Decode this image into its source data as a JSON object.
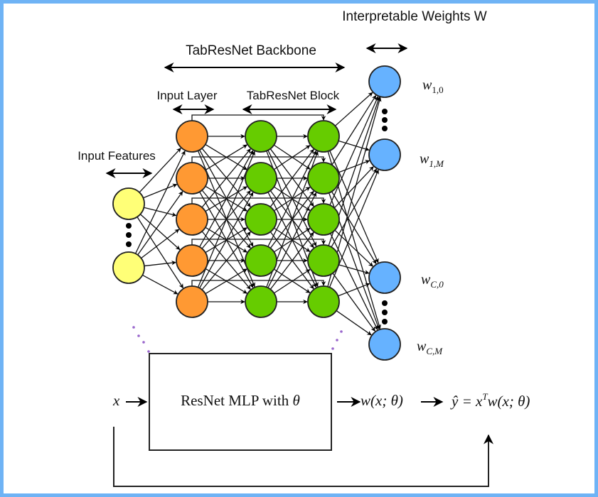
{
  "labels": {
    "interpretable_weights": "Interpretable Weights W",
    "backbone": "TabResNet Backbone",
    "input_layer": "Input Layer",
    "block": "TabResNet Block",
    "input_features": "Input Features"
  },
  "weights": {
    "w10": {
      "base": "w",
      "sub": "1,0"
    },
    "w1M": {
      "base": "w",
      "sub": "1,M"
    },
    "wC0": {
      "base": "w",
      "sub": "C,0"
    },
    "wCM": {
      "base": "w",
      "sub": "C,M"
    }
  },
  "pipeline": {
    "input": "x",
    "box_label": "ResNet MLP with ",
    "box_theta": "θ",
    "output": "w(x; θ)",
    "prediction_lhs": "ŷ = x",
    "prediction_sup": "T",
    "prediction_rhs": "w(x; θ)"
  },
  "colors": {
    "frame": "#6fb3f5",
    "input_node": "#ffff77",
    "input_layer_node": "#ff9933",
    "block_node": "#66cc00",
    "weight_node": "#66b2ff",
    "dots_accent": "#9966cc"
  },
  "network": {
    "input_nodes": 2,
    "input_layer_nodes": 5,
    "block_columns": 2,
    "block_nodes_per_column": 5,
    "weight_nodes": 4
  }
}
